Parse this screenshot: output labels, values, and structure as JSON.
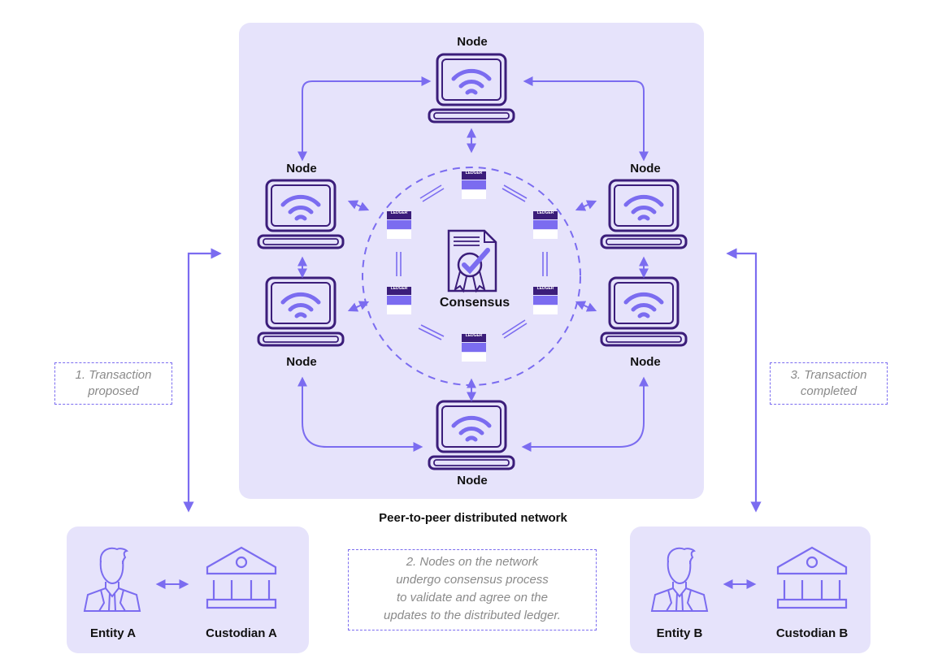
{
  "title": "Peer-to-peer distributed network",
  "colors": {
    "panel_bg": "#e6e3fb",
    "accent": "#7b6cf0",
    "dark": "#3b1d7a",
    "note_text": "#8a8a8a"
  },
  "network": {
    "label": "Peer-to-peer distributed network",
    "consensus_label": "Consensus",
    "nodes": [
      {
        "id": "top",
        "label": "Node"
      },
      {
        "id": "upper-left",
        "label": "Node"
      },
      {
        "id": "upper-right",
        "label": "Node"
      },
      {
        "id": "lower-left",
        "label": "Node"
      },
      {
        "id": "lower-right",
        "label": "Node"
      },
      {
        "id": "bottom",
        "label": "Node"
      }
    ],
    "ledger_tag": "LEDGER",
    "ledger_count": 6
  },
  "notes": {
    "step1": [
      "1. Transaction",
      "proposed"
    ],
    "step2": [
      "2. Nodes on the network",
      "undergo consensus process",
      "to validate and agree on the",
      "updates to the distributed ledger."
    ],
    "step3": [
      "3. Transaction",
      "completed"
    ]
  },
  "parties": {
    "left": {
      "entity": "Entity A",
      "custodian": "Custodian A"
    },
    "right": {
      "entity": "Entity B",
      "custodian": "Custodian B"
    }
  }
}
